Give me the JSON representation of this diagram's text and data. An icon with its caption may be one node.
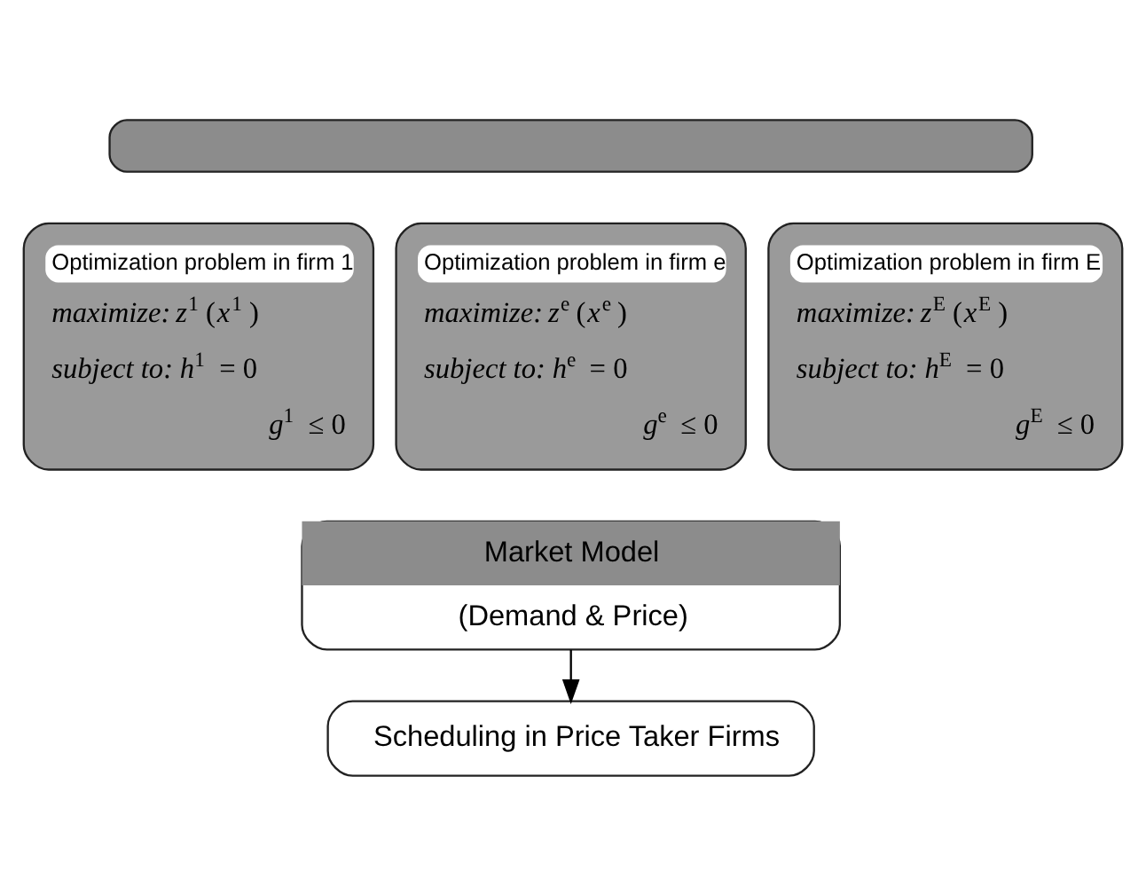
{
  "diagram": {
    "nodes": [
      {
        "text": [],
        "shape": "box"
      },
      {
        "text": [
          "Optimization problem in firm 1",
          "*maximize:* *z*$^{1}$(*x*$^{1}$)",
          "*subject to:* *h*$^{1}$ = 0",
          "*g*$^{1}$ ≤ 0"
        ]
      },
      {
        "text": [
          "Optimization problem in firm e",
          "*maximize:* *z*$^{e}$(*x*$^{e}$)",
          "*subject to:* *h*$^{e}$ = 0",
          "*g*$^{e}$ ≤ 0"
        ]
      },
      {
        "text": [
          "Optimization problem in firm E",
          "*maximize:* *z*$^{E}$(*x*$^{E}$)",
          "*subject to:* *h*$^{E}$ = 0",
          "*g*$^{E}$ ≤ 0"
        ]
      },
      {
        "text": [
          "Market Model",
          "(Demand & Price)"
        ]
      },
      {
        "text": [
          "Scheduling in Price Taker Firms"
        ]
      }
    ],
    "edges": [
      {
        "from": 4,
        "to": 5,
        "arrow": "to"
      }
    ]
  }
}
